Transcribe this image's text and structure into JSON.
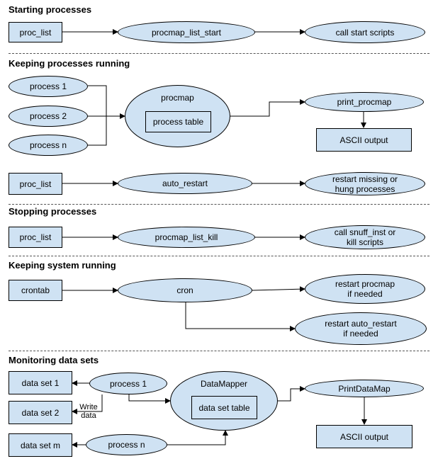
{
  "sections": {
    "starting": "Starting processes",
    "keeping": "Keeping processes running",
    "stopping": "Stopping processes",
    "system": "Keeping system running",
    "monitoring": "Monitoring data sets"
  },
  "nodes": {
    "s1_proc_list": "proc_list",
    "s1_list_start": "procmap_list_start",
    "s1_call_start": "call start scripts",
    "s2_process1": "process 1",
    "s2_process2": "process 2",
    "s2_processn": "process n",
    "s2_procmap": "procmap",
    "s2_process_table": "process table",
    "s2_print_procmap": "print_procmap",
    "s2_ascii": "ASCII output",
    "s2_proc_list": "proc_list",
    "s2_auto_restart": "auto_restart",
    "s2_restart_missing": "restart missing or\nhung processes",
    "s3_proc_list": "proc_list",
    "s3_list_kill": "procmap_list_kill",
    "s3_call_snuff": "call snuff_inst or\nkill scripts",
    "s4_crontab": "crontab",
    "s4_cron": "cron",
    "s4_restart_procmap": "restart procmap\nif needed",
    "s4_restart_auto": "restart auto_restart\nif needed",
    "s5_ds1": "data set 1",
    "s5_ds2": "data set 2",
    "s5_dsm": "data set m",
    "s5_process1": "process 1",
    "s5_processn": "process n",
    "s5_datamapper": "DataMapper",
    "s5_ds_table": "data set table",
    "s5_printdatamap": "PrintDataMap",
    "s5_ascii": "ASCII output",
    "s5_write_data": "Write\ndata"
  },
  "colors": {
    "node_fill": "#cfe2f3",
    "line": "#000000"
  }
}
